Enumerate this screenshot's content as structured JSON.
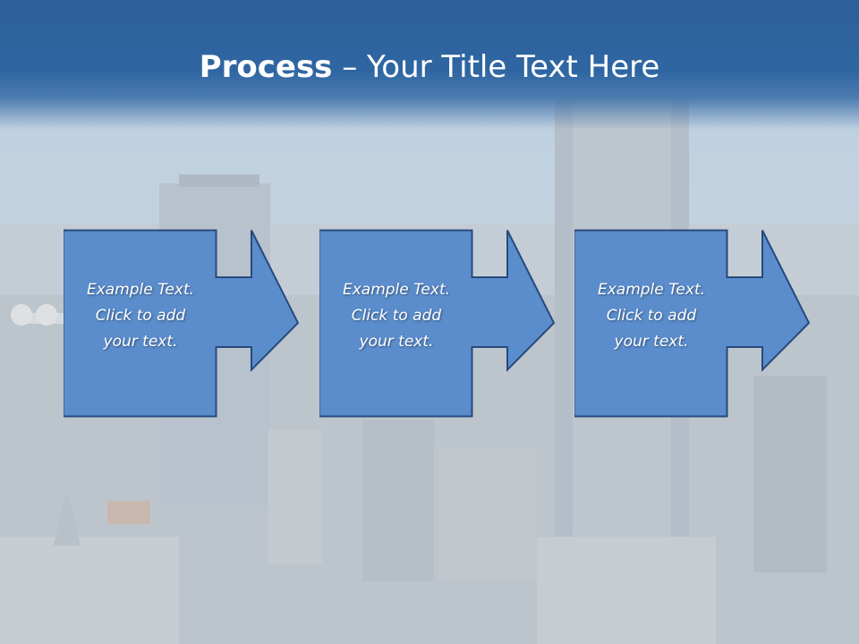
{
  "slide": {
    "title_bold": "Process",
    "title_rest": " – Your Title Text Here"
  },
  "steps": [
    {
      "text": "Example Text.\nClick  to add\nyour text."
    },
    {
      "text": "Example Text.\nClick  to add\nyour text."
    },
    {
      "text": "Example Text.\nClick  to add\nyour text."
    }
  ],
  "colors": {
    "header": "#2f66a2",
    "box_fill": "#5b8dcc",
    "box_border": "#27497c",
    "text": "#ffffff"
  }
}
